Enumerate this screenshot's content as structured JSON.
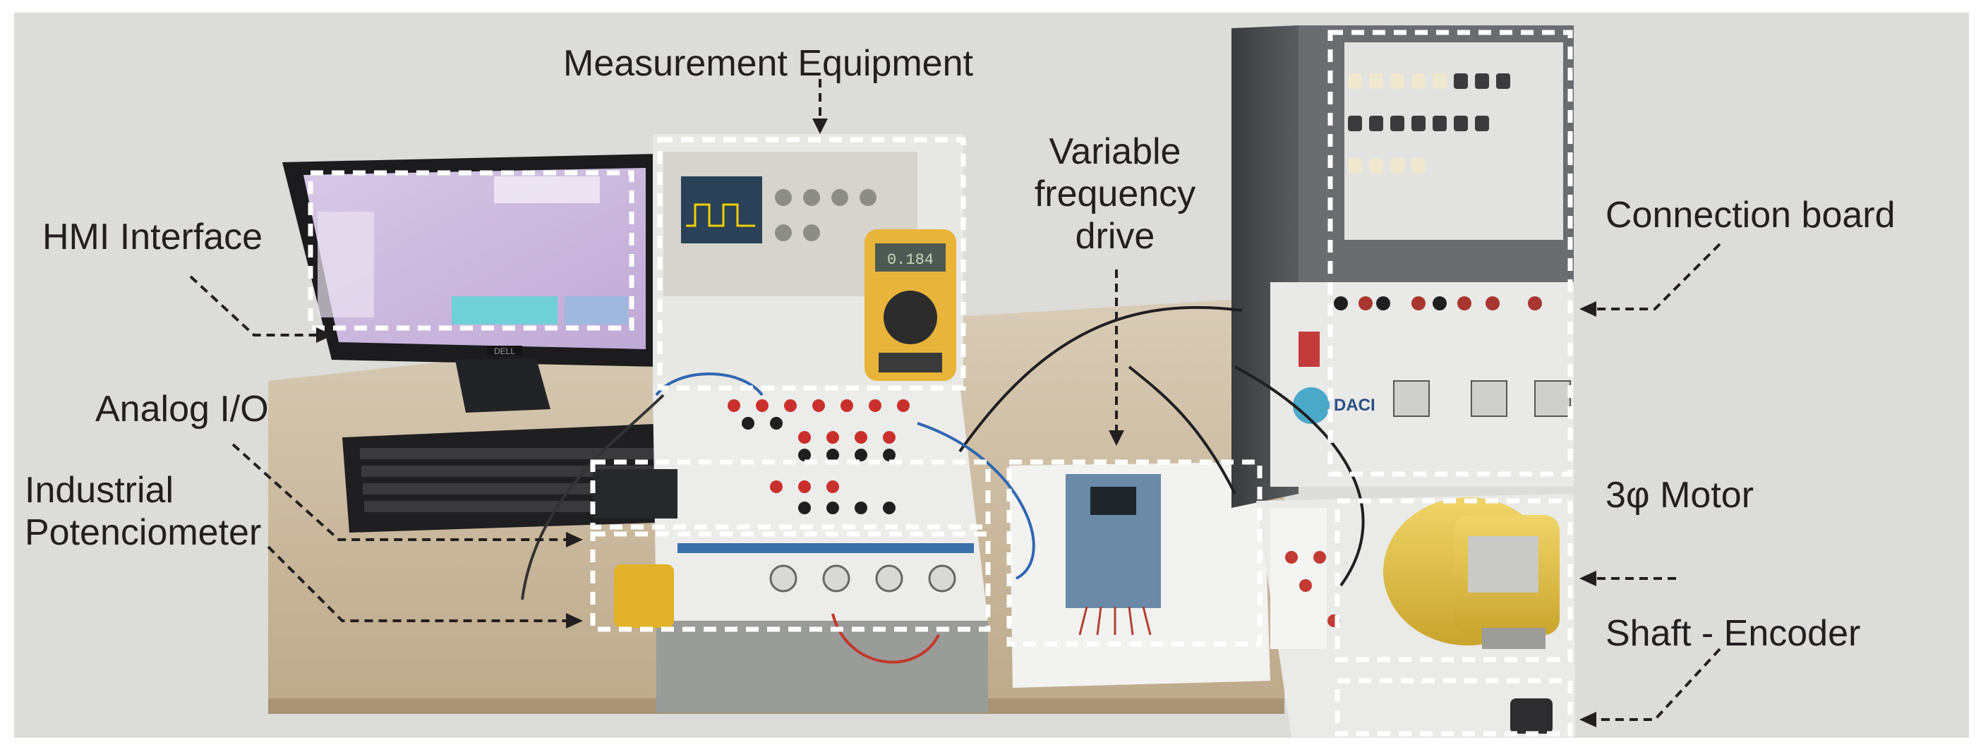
{
  "figure": {
    "labels": {
      "measurement": "Measurement Equipment",
      "vfd_line1": "Variable",
      "vfd_line2": "frequency",
      "vfd_line3": "drive",
      "hmi": "HMI Interface",
      "analog_io": "Analog I/O",
      "industrial_line1": "Industrial",
      "industrial_line2": "Potenciometer",
      "connection_board": "Connection board",
      "motor": "3φ Motor",
      "shaft_encoder": "Shaft - Encoder"
    },
    "monitor_brand": "DELL",
    "lab_board_text": "DACI",
    "multimeter_reading": "0.184",
    "colors": {
      "background": "#ffffff",
      "photo_backdrop": "#dcdcd8",
      "table": "#cdbba0",
      "box_dash": "#ffffff",
      "arrow": "#231f20",
      "label_text": "#231f20",
      "motor": "#e4c445",
      "multimeter": "#e8b43a"
    }
  }
}
